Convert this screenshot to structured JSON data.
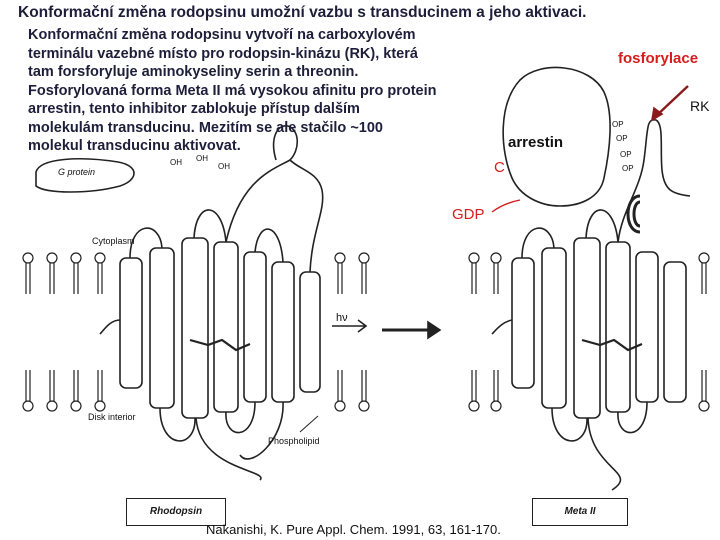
{
  "title": "Konformační změna rodopsinu umožní vazbu s transducinem a jeho aktivaci.",
  "body_lines": [
    "Konformační změna rodopsinu vytvoří na carboxylovém",
    "terminálu vazebné místo pro rodopsin-kinázu (RK), která",
    "tam forsforyluje aminokyseliny serin a threonin.",
    "Fosforylovaná forma Meta II má vysokou afinitu pro protein",
    "arrestin, tento inhibitor zablokuje přístup dalším",
    "molekulám transducinu. Mezitím se ale stačilo ~100",
    "molekul transducinu aktivovat."
  ],
  "labels": {
    "fosforylace": "fosforylace",
    "rk": "RK",
    "arrestin": "arrestin",
    "gdp": "GDP",
    "g_protein": "G protein",
    "cytoplasm": "Cytoplasm",
    "disk_interior": "Disk interior",
    "phospholipid": "Phospholipid",
    "hv": "hν",
    "rhodopsin": "Rhodopsin",
    "meta_ii": "Meta II",
    "oh": "OH",
    "op": "OP"
  },
  "citation": "Nakanishi, K. Pure Appl. Chem. 1991, 63, 161-170.",
  "colors": {
    "title": "#1e1e3a",
    "accent_red": "#d81b1b",
    "line": "#222222"
  }
}
